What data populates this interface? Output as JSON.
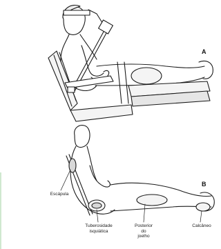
{
  "figure": {
    "panel_a": {
      "letter": "A"
    },
    "panel_b": {
      "letter": "B",
      "labels": {
        "scapula": "Escápula",
        "ischial_tuberosity": [
          "Tuberosidade",
          "isquiática"
        ],
        "posterior_knee": [
          "Posterior",
          "do",
          "joelho"
        ],
        "heel": "Calcâneo"
      }
    }
  },
  "colors": {
    "line": "#1a1a1a",
    "pad": "#f4f4f4",
    "shade": "#d8d8d8",
    "edge": "#cfe8cf"
  }
}
